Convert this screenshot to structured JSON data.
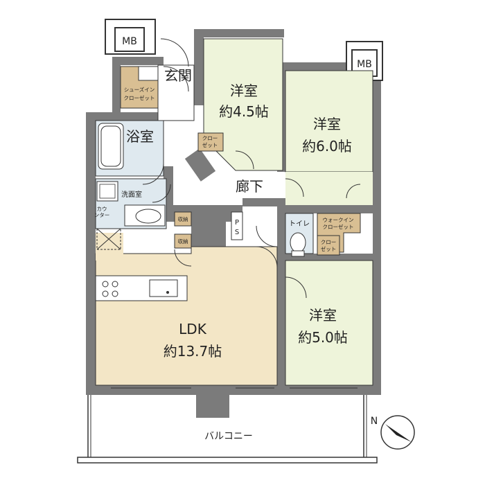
{
  "colors": {
    "wall": "#7b7b7b",
    "wall_dark": "#5f5f5f",
    "room_green": "#eef4da",
    "room_wet": "#dfe9ef",
    "ldk_floor": "#f3e6c6",
    "closet": "#d9bf93",
    "outline": "#333333"
  },
  "compass": {
    "north_label": "N",
    "icon": "compass-arrow-icon"
  },
  "rooms": {
    "mb_left": "MB",
    "mb_right": "MB",
    "genkan": "玄関",
    "shoes_closet": [
      "シューズイン",
      "クローゼット"
    ],
    "bedroom1_name": "洋室",
    "bedroom1_size": "約4.5帖",
    "bedroom1_closet": [
      "クロー",
      "ゼット"
    ],
    "bedroom2_name": "洋室",
    "bedroom2_size": "約6.0帖",
    "bathroom": "浴室",
    "corridor": "廊下",
    "washroom": "洗面室",
    "water_heater": [
      "カウ",
      "ンター"
    ],
    "storage1": "収納",
    "storage2": "収納",
    "ps": [
      "P",
      "S"
    ],
    "toilet": "トイレ",
    "walkin_closet": [
      "ウォークイン",
      "クローゼット"
    ],
    "closet3": [
      "クロー",
      "ゼット"
    ],
    "ldk_name": "LDK",
    "ldk_size": "約13.7帖",
    "bedroom3_name": "洋室",
    "bedroom3_size": "約5.0帖",
    "balcony": "バルコニー"
  }
}
